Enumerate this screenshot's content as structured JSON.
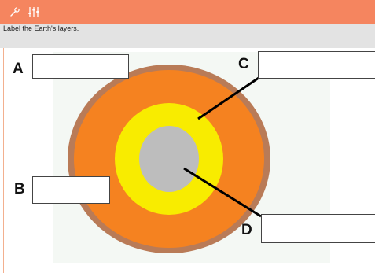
{
  "toolbar": {
    "background": "#f5855f",
    "icons": [
      "wrench-icon",
      "sliders-icon"
    ]
  },
  "prompt": {
    "text": "Label the Earth's layers."
  },
  "diagram": {
    "colors": {
      "background": "#f4f8f4",
      "crust": "#b97b57",
      "mantle": "#f58220",
      "outer_core": "#f8ec00",
      "inner_core": "#bdbdbd",
      "leader": "#000000"
    },
    "labels": {
      "a": "A",
      "b": "B",
      "c": "C",
      "d": "D"
    },
    "answers": {
      "a": "",
      "b": "",
      "c": "",
      "d": ""
    }
  }
}
